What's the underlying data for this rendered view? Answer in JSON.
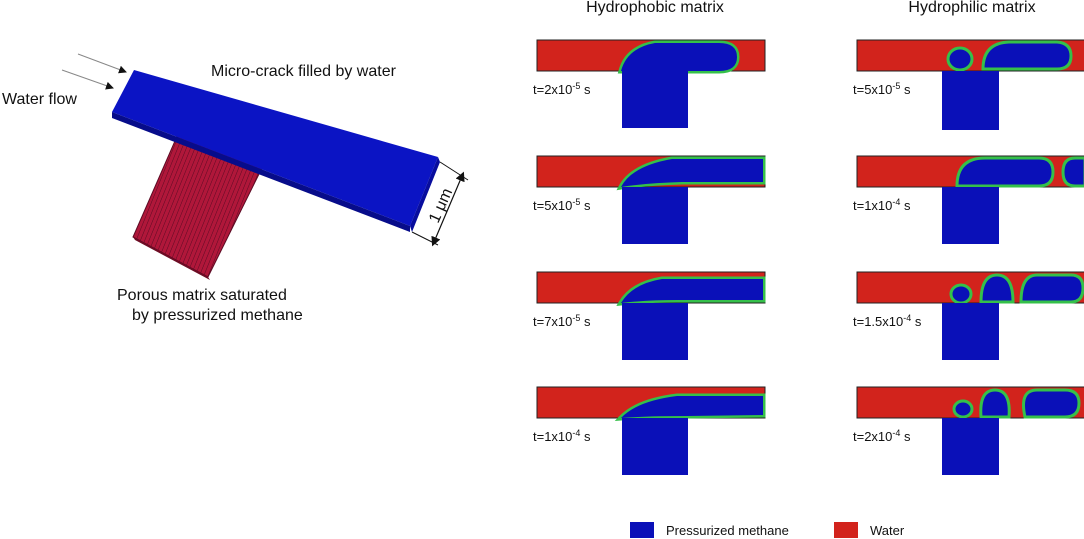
{
  "schematic": {
    "water_flow_label": "Water flow",
    "crack_label": "Micro-crack filled by water",
    "matrix_label_line1": "Porous matrix saturated",
    "matrix_label_line2": "by pressurized methane",
    "scale_label": "1 μm"
  },
  "columns": [
    {
      "title": "Hydrophobic matrix",
      "times": [
        {
          "pre": "t=2x10",
          "exp": "-5",
          "post": " s"
        },
        {
          "pre": "t=5x10",
          "exp": "-5",
          "post": " s"
        },
        {
          "pre": "t=7x10",
          "exp": "-5",
          "post": " s"
        },
        {
          "pre": "t=1x10",
          "exp": "-4",
          "post": " s"
        }
      ]
    },
    {
      "title": "Hydrophilic matrix",
      "times": [
        {
          "pre": "t=5x10",
          "exp": "-5",
          "post": " s"
        },
        {
          "pre": "t=1x10",
          "exp": "-4",
          "post": " s"
        },
        {
          "pre": "t=1.5x10",
          "exp": "-4",
          "post": " s"
        },
        {
          "pre": "t=2x10",
          "exp": "-4",
          "post": " s"
        }
      ]
    }
  ],
  "legend": [
    {
      "label": "Pressurized methane",
      "color": "#0a10b8"
    },
    {
      "label": "Water",
      "color": "#d2231c"
    }
  ],
  "colors": {
    "methane": "#0a10b8",
    "water": "#d2231c",
    "interface": "#35c04a",
    "crack_face": "#0b14c4",
    "crack_side": "#0a0f9a",
    "matrix": "#b0173a"
  }
}
